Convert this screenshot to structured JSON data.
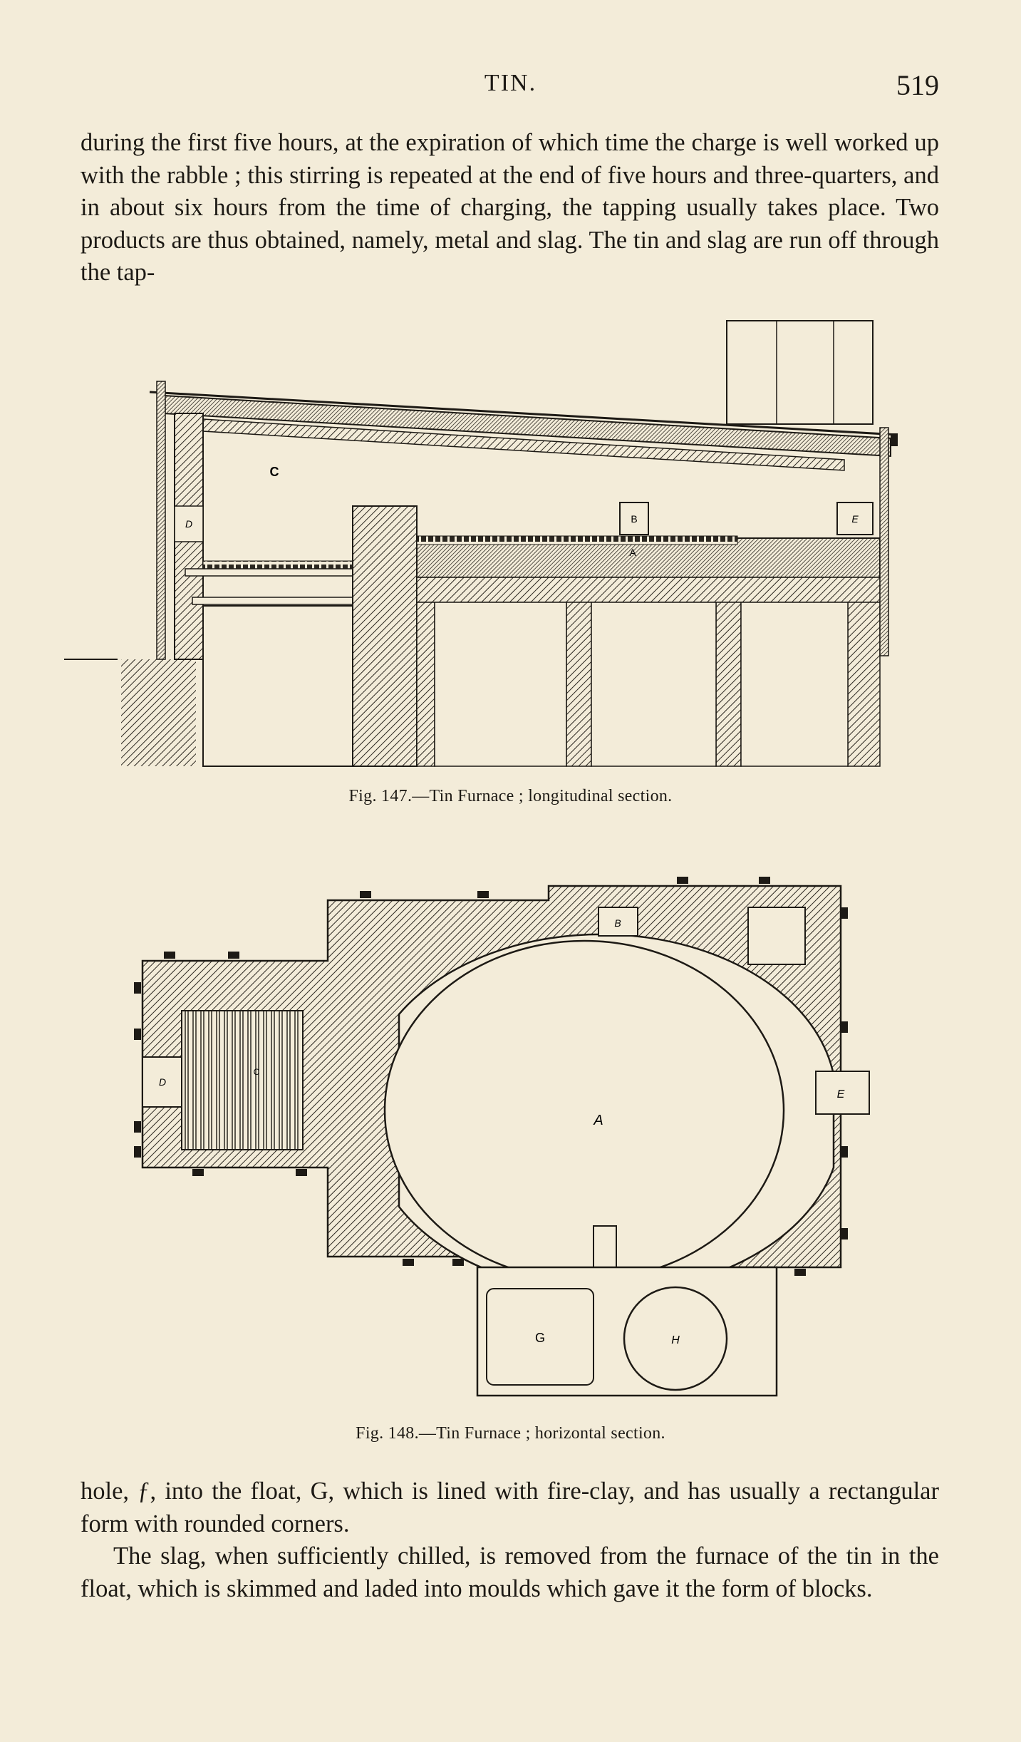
{
  "header": {
    "running_title": "TIN.",
    "page_number": "519"
  },
  "paragraph_top": "during the first five hours, at the expiration of which time the charge is well worked up with the rabble ; this stirring is repeated at the end of five hours and three-quarters, and in about six hours from the time of charging, the tapping usually takes place. Two products are thus obtained, namely, metal and slag. The tin and slag are run off through the tap-",
  "figure_147": {
    "caption": "Fig. 147.—Tin Furnace ; longitudinal section.",
    "labels": {
      "c": "C",
      "d": "D",
      "b": "B",
      "e": "E",
      "a": "A"
    }
  },
  "figure_148": {
    "caption": "Fig. 148.—Tin Furnace ; horizontal section.",
    "labels": {
      "a": "A",
      "b": "B",
      "c": "C",
      "d": "D",
      "e": "E",
      "g": "G",
      "h": "H"
    }
  },
  "paragraph_bottom_1": "hole, ƒ, into the float, G, which is lined with fire-clay, and has usually a rectangular form with rounded corners.",
  "paragraph_bottom_2": "The slag, when sufficiently chilled, is removed from the furnace of the tin in the float, which is skimmed and laded into moulds which gave it the form of blocks."
}
